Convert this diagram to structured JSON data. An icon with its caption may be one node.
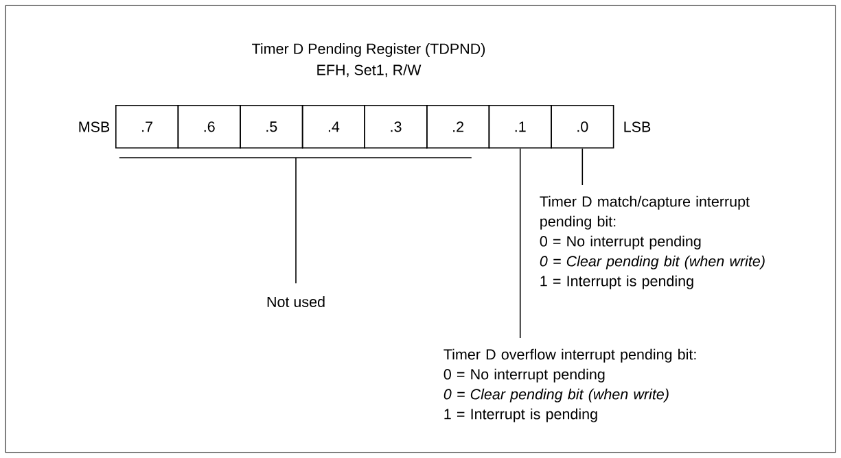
{
  "diagram": {
    "title": "Timer D Pending Register (TDPND)",
    "nodes": [
      {
        "text": [
          ".7"
        ]
      },
      {
        "text": [
          ".6"
        ]
      },
      {
        "text": [
          ".5"
        ]
      },
      {
        "text": [
          ".4"
        ]
      },
      {
        "text": [
          ".3"
        ]
      },
      {
        "text": [
          ".2"
        ]
      },
      {
        "text": [
          ".1"
        ]
      },
      {
        "text": [
          ".0"
        ]
      },
      {
        "text": [
          "Not used"
        ]
      },
      {
        "text": [
          "Timer D overflow interrupt pending bit:",
          "0 = No interrupt pending",
          "0 = Clear pending bit (when write)",
          "1 = Interrupt is pending"
        ]
      },
      {
        "text": [
          "Timer D match/capture interrupt pending bit:",
          "0 = No interrupt pending",
          "0 = Clear pending bit (when write)",
          "1 = Interrupt is pending"
        ]
      },
      {
        "text": [],
        "shape": "bar"
      }
    ],
    "edges": [
      {
        "from": 8,
        "to": 11,
        "arrow": "none"
      },
      {
        "from": 9,
        "to": 6,
        "arrow": "none"
      },
      {
        "from": 10,
        "to": 7,
        "arrow": "none"
      }
    ],
    "labels": [
      "EFH, Set1, R/W",
      "MSB",
      "LSB"
    ]
  }
}
